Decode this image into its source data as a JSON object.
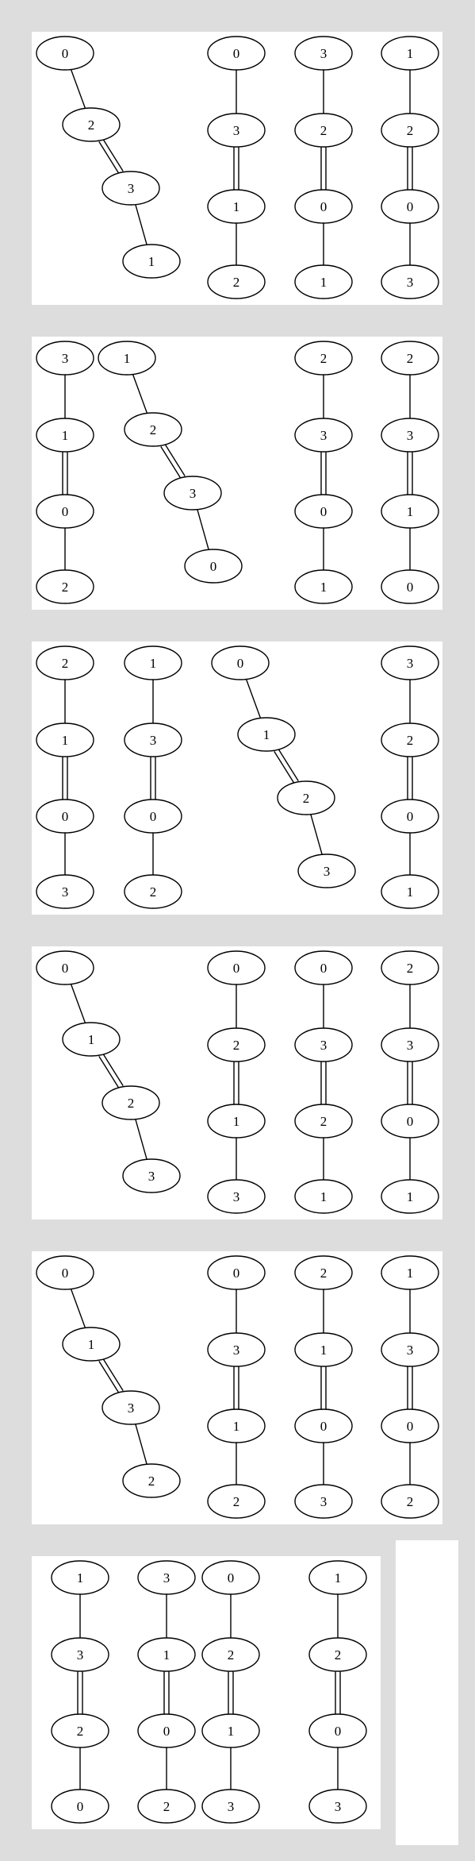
{
  "panels": [
    {
      "graphs": [
        {
          "layout": "diag",
          "nodes": [
            "0",
            "2",
            "3",
            "1"
          ],
          "double": 1
        },
        {
          "layout": "vert",
          "nodes": [
            "0",
            "3",
            "1",
            "2"
          ],
          "double": 1
        },
        {
          "layout": "vert",
          "nodes": [
            "3",
            "2",
            "0",
            "1"
          ],
          "double": 1
        },
        {
          "layout": "vert",
          "nodes": [
            "1",
            "2",
            "0",
            "3"
          ],
          "double": 1
        }
      ]
    },
    {
      "graphs": [
        {
          "layout": "vert",
          "nodes": [
            "3",
            "1",
            "0",
            "2"
          ],
          "double": 1
        },
        {
          "layout": "diag",
          "nodes": [
            "1",
            "2",
            "3",
            "0"
          ],
          "double": 1
        },
        {
          "layout": "vert",
          "nodes": [
            "2",
            "3",
            "0",
            "1"
          ],
          "double": 1
        },
        {
          "layout": "vert",
          "nodes": [
            "2",
            "3",
            "1",
            "0"
          ],
          "double": 1
        }
      ]
    },
    {
      "graphs": [
        {
          "layout": "vert",
          "nodes": [
            "2",
            "1",
            "0",
            "3"
          ],
          "double": 1
        },
        {
          "layout": "vert",
          "nodes": [
            "1",
            "3",
            "0",
            "2"
          ],
          "double": 1
        },
        {
          "layout": "diag",
          "nodes": [
            "0",
            "1",
            "2",
            "3"
          ],
          "double": 1
        },
        {
          "layout": "vert",
          "nodes": [
            "3",
            "2",
            "0",
            "1"
          ],
          "double": 1
        }
      ]
    },
    {
      "graphs": [
        {
          "layout": "diag",
          "nodes": [
            "0",
            "1",
            "2",
            "3"
          ],
          "double": 1
        },
        {
          "layout": "vert",
          "nodes": [
            "0",
            "2",
            "1",
            "3"
          ],
          "double": 1
        },
        {
          "layout": "vert",
          "nodes": [
            "0",
            "3",
            "2",
            "1"
          ],
          "double": 1
        },
        {
          "layout": "vert",
          "nodes": [
            "2",
            "3",
            "0",
            "1"
          ],
          "double": 1
        }
      ]
    },
    {
      "graphs": [
        {
          "layout": "diag",
          "nodes": [
            "0",
            "1",
            "3",
            "2"
          ],
          "double": 1
        },
        {
          "layout": "vert",
          "nodes": [
            "0",
            "3",
            "1",
            "2"
          ],
          "double": 1
        },
        {
          "layout": "vert",
          "nodes": [
            "2",
            "1",
            "0",
            "3"
          ],
          "double": 1
        },
        {
          "layout": "vert",
          "nodes": [
            "1",
            "3",
            "0",
            "2"
          ],
          "double": 1
        }
      ]
    },
    {
      "graphs": [
        {
          "layout": "vert",
          "nodes": [
            "1",
            "3",
            "2",
            "0"
          ],
          "double": 1
        },
        {
          "layout": "vert",
          "nodes": [
            "3",
            "1",
            "0",
            "2"
          ],
          "double": 1
        },
        {
          "layout": "vert",
          "nodes": [
            "0",
            "2",
            "1",
            "3"
          ],
          "double": 1
        },
        {
          "layout": "vert",
          "nodes": [
            "1",
            "2",
            "0",
            "3"
          ],
          "double": 1
        }
      ]
    }
  ]
}
